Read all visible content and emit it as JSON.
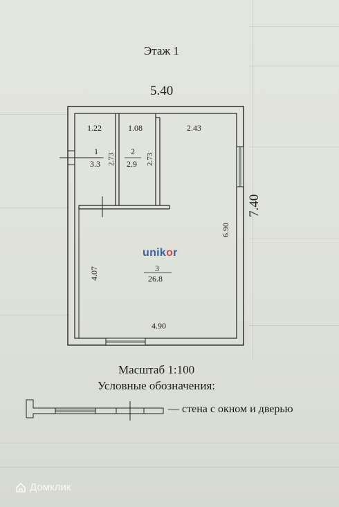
{
  "title": "Этаж 1",
  "dims": {
    "width_total": "5.40",
    "height_total": "7.40",
    "room1_width": "1.22",
    "room2_width": "1.08",
    "room_top_right_width": "2.43",
    "room1_height": "2.73",
    "room2_height": "2.73",
    "right_wall": "6.90",
    "left_lower": "4.07",
    "bottom": "4.90"
  },
  "rooms": [
    {
      "num": "1",
      "area": "3.3"
    },
    {
      "num": "2",
      "area": "2.9"
    },
    {
      "num": "3",
      "area": "26.8"
    }
  ],
  "watermark": {
    "brand_a": "unik",
    "brand_o": "o",
    "brand_b": "r"
  },
  "scale": "Масштаб 1:100",
  "legend": {
    "heading": "Условные обозначения:",
    "text": "— стена с окном и дверью"
  },
  "footer": {
    "logo_text": "Домклик"
  }
}
